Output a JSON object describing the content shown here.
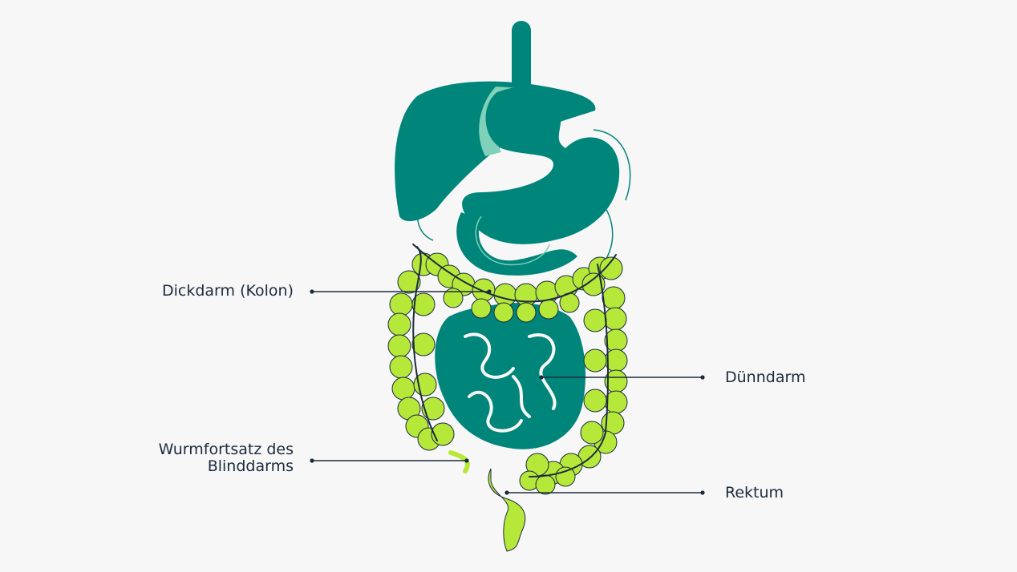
{
  "labels": {
    "colon": "Dickdarm (Kolon)",
    "small_intestine": "Dünndarm",
    "appendix_line1": "Wurmfortsatz des",
    "appendix_line2": "Blinddarms",
    "rectum": "Rektum"
  },
  "colors": {
    "background": "#f8f7f7",
    "organ_dark_teal": "#00857a",
    "organ_light_teal": "#7fd1b9",
    "colon_lime": "#b6e83a",
    "outline": "#1b2b3f",
    "text": "#1b2b3f"
  }
}
